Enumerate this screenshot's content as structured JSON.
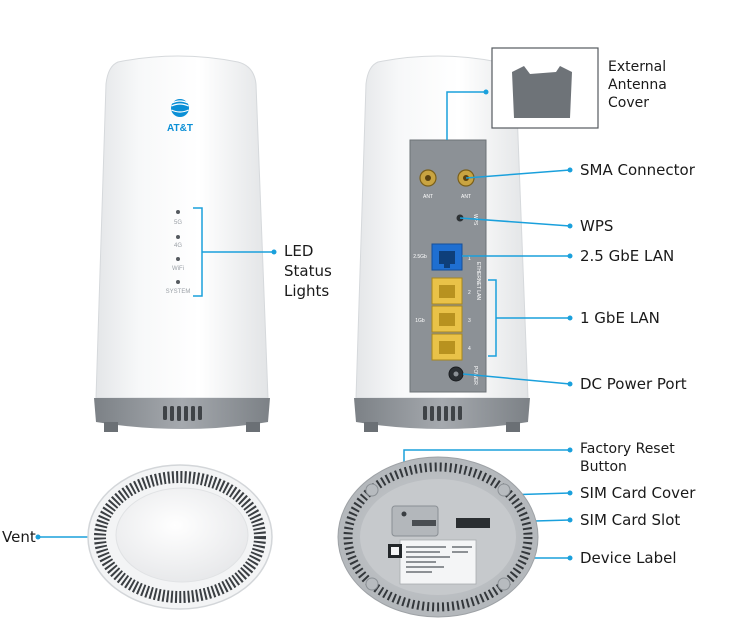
{
  "colors": {
    "accent": "#1aa0dc",
    "port_blue": "#1f6fd1",
    "port_yellow": "#e9c248",
    "brand": "#0a8fd6"
  },
  "front": {
    "brand": "AT&T",
    "leds": [
      "5G",
      "4G",
      "WiFi",
      "SYSTEM"
    ]
  },
  "rear": {
    "ant_labels": [
      "ANT",
      "ANT"
    ],
    "wps_label": "WPS",
    "lan25_label": "2.5Gb",
    "lan1_label": "1Gb",
    "ethernet_label": "ETHERNET LAN",
    "port_numbers": [
      "1",
      "2",
      "3",
      "4"
    ],
    "power_label": "POWER"
  },
  "callouts": {
    "led": [
      "LED",
      "Status",
      "Lights"
    ],
    "external_antenna_cover": [
      "External",
      "Antenna",
      "Cover"
    ],
    "sma_connector": "SMA Connector",
    "wps": "WPS",
    "lan_25": "2.5 GbE LAN",
    "lan_1": "1 GbE LAN",
    "dc_power": "DC Power Port",
    "factory_reset": [
      "Factory Reset",
      "Button"
    ],
    "sim_cover": "SIM Card Cover",
    "sim_slot": "SIM Card Slot",
    "device_label": "Device Label",
    "vent": "Vent"
  }
}
